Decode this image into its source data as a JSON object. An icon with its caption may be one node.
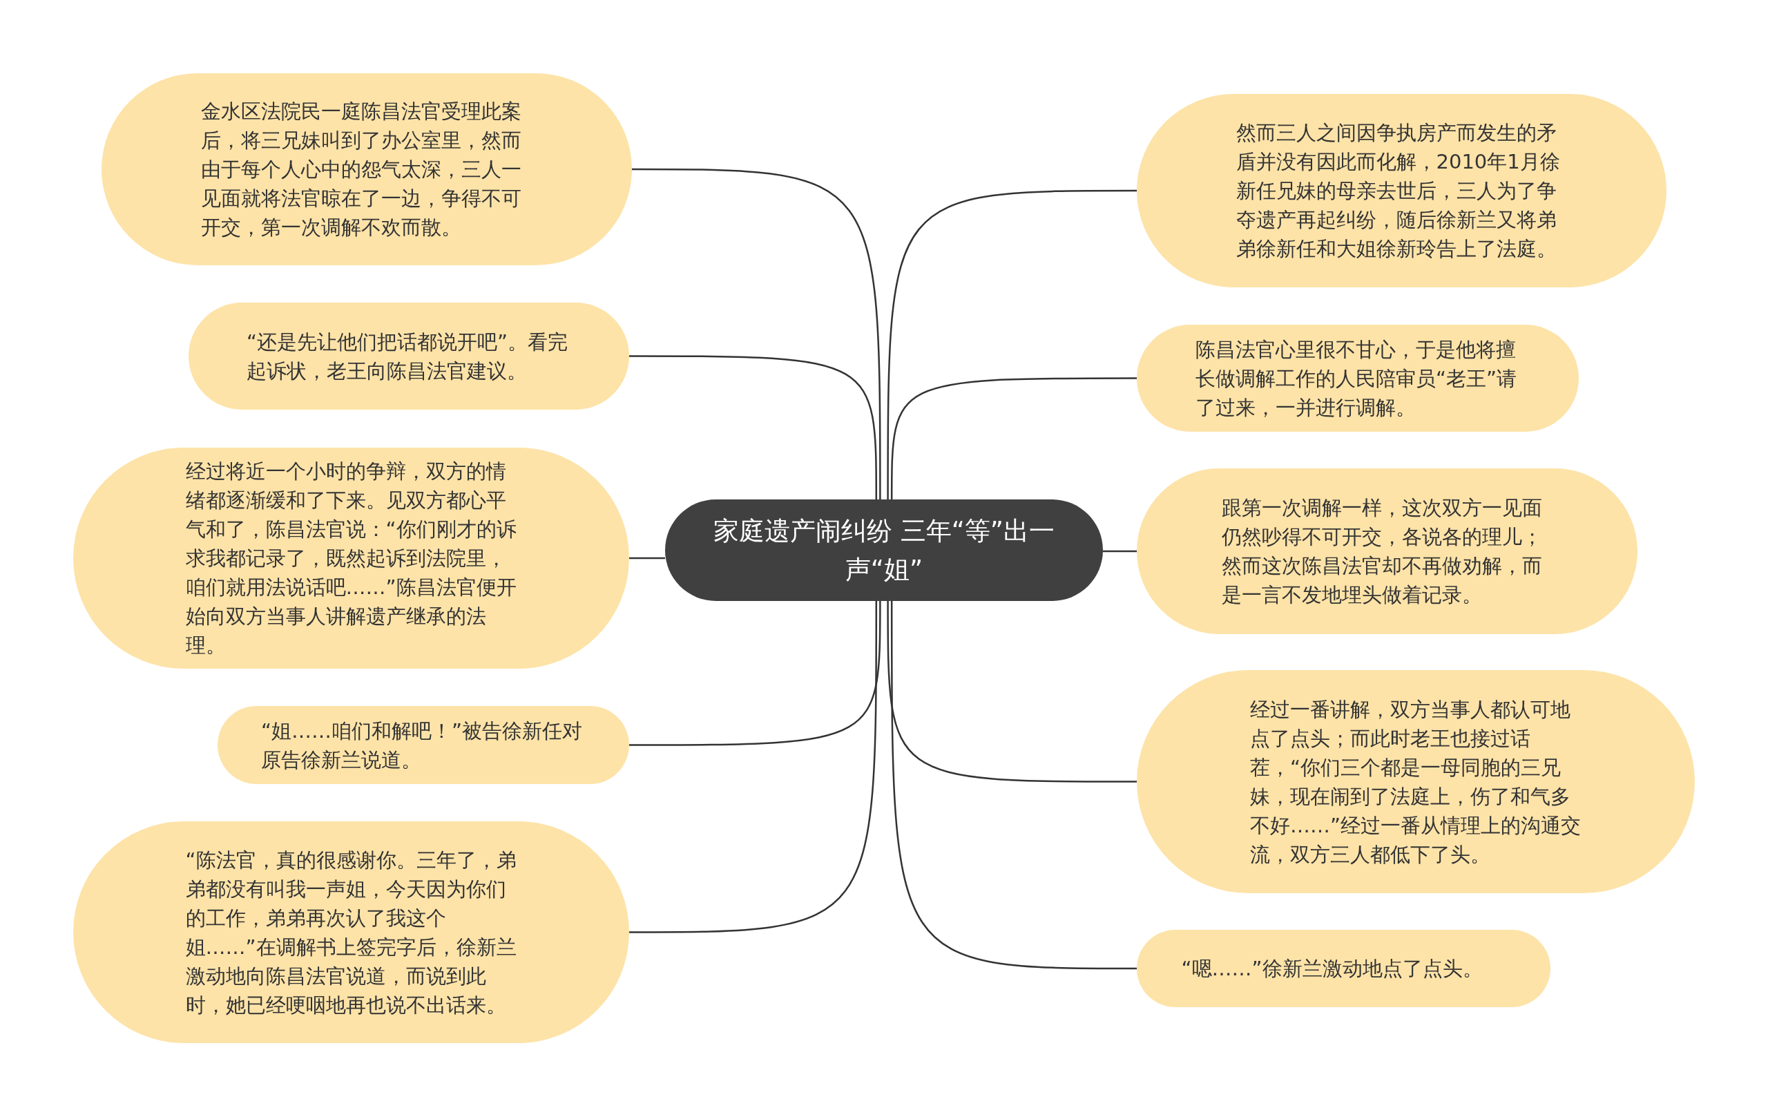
{
  "diagram": {
    "nodes": [
      {
        "text": [
          "家庭遗产闹纠纷 三年“等”出一声“姐”"
        ]
      },
      {
        "text": [
          "金水区法院民一庭陈昌法官受理此案后，将三兄妹叫到了办公室里，然而由于每个人心中的怨气太深，三人一见面就将法官晾在了一边，争得不可开交，第一次调解不欢而散。"
        ]
      },
      {
        "text": [
          "“还是先让他们把话都说开吧”。看完起诉状，老王向陈昌法官建议。"
        ]
      },
      {
        "text": [
          "经过将近一个小时的争辩，双方的情绪都逐渐缓和了下来。见双方都心平气和了，陈昌法官说：“你们刚才的诉求我都记录了，既然起诉到法院里，咱们就用法说话吧……”陈昌法官便开始向双方当事人讲解遗产继承的法理。"
        ]
      },
      {
        "text": [
          "“姐……咱们和解吧！”被告徐新任对原告徐新兰说道。"
        ]
      },
      {
        "text": [
          "“陈法官，真的很感谢你。三年了，弟弟都没有叫我一声姐，今天因为你们的工作，弟弟再次认了我这个姐……”在调解书上签完字后，徐新兰激动地向陈昌法官说道，而说到此时，她已经哽咽地再也说不出话来。"
        ]
      },
      {
        "text": [
          "然而三人之间因争执房产而发生的矛盾并没有因此而化解，2010年1月徐新任兄妹的母亲去世后，三人为了争夺遗产再起纠纷，随后徐新兰又将弟弟徐新任和大姐徐新玲告上了法庭。"
        ]
      },
      {
        "text": [
          "陈昌法官心里很不甘心，于是他将擅长做调解工作的人民陪审员“老王”请了过来，一并进行调解。"
        ]
      },
      {
        "text": [
          "跟第一次调解一样，这次双方一见面仍然吵得不可开交，各说各的理儿；然而这次陈昌法官却不再做劝解，而是一言不发地埋头做着记录。"
        ]
      },
      {
        "text": [
          "经过一番讲解，双方当事人都认可地点了点头；而此时老王也接过话茬，“你们三个都是一母同胞的三兄妹，现在闹到了法庭上，伤了和气多不好……”经过一番从情理上的沟通交流，双方三人都低下了头。"
        ]
      },
      {
        "text": [
          "“嗯……”徐新兰激动地点了点头。"
        ]
      }
    ],
    "edges": [
      {
        "from": 0,
        "to": 1,
        "arrow": "none"
      },
      {
        "from": 0,
        "to": 2,
        "arrow": "none"
      },
      {
        "from": 0,
        "to": 3,
        "arrow": "none"
      },
      {
        "from": 0,
        "to": 4,
        "arrow": "none"
      },
      {
        "from": 0,
        "to": 5,
        "arrow": "none"
      },
      {
        "from": 0,
        "to": 6,
        "arrow": "none"
      },
      {
        "from": 0,
        "to": 7,
        "arrow": "none"
      },
      {
        "from": 0,
        "to": 8,
        "arrow": "none"
      },
      {
        "from": 0,
        "to": 9,
        "arrow": "none"
      },
      {
        "from": 0,
        "to": 10,
        "arrow": "none"
      }
    ]
  }
}
